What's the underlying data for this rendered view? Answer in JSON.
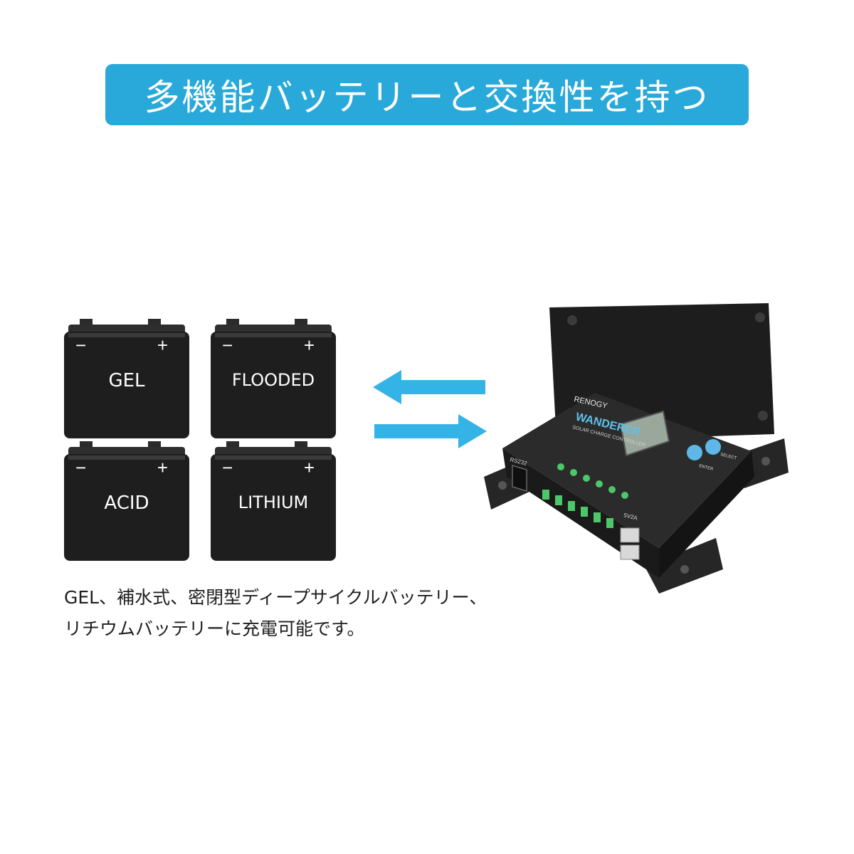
{
  "banner": {
    "title": "多機能バッテリーと交換性を持つ"
  },
  "batteries": [
    {
      "label": "GEL",
      "minus": "−",
      "plus": "+"
    },
    {
      "label": "FLOODED",
      "minus": "−",
      "plus": "+"
    },
    {
      "label": "ACID",
      "minus": "−",
      "plus": "+"
    },
    {
      "label": "LITHIUM",
      "minus": "−",
      "plus": "+"
    }
  ],
  "arrows": {
    "color": "#34b4e6",
    "icon": "swap-arrows-icon"
  },
  "controller": {
    "brand": "RENOGY",
    "model": "WANDERER",
    "subtitle": "SOLAR CHARGE CONTROLLER",
    "port_label": "RS232",
    "usb_label": "5V2A",
    "button1": "SELECT",
    "button2": "ENTER"
  },
  "caption": {
    "line1": "GEL、補水式、密閉型ディープサイクルバッテリー、",
    "line2": "リチウムバッテリーに充電可能です。"
  },
  "colors": {
    "banner": "#28a9d9",
    "arrow": "#34b4e6",
    "battery": "#1f1f1f",
    "terminal": "#4cc76a"
  }
}
